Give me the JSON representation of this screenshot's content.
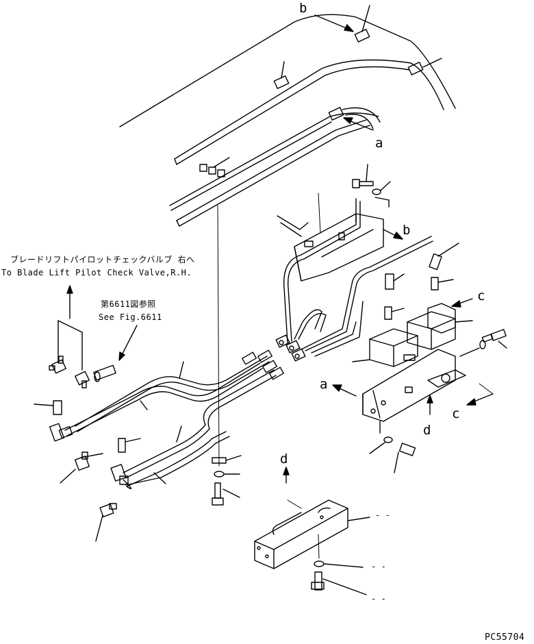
{
  "notes": {
    "blade_jp": "ブレードリフトパイロットチェックバルブ 右へ",
    "blade_en": "To Blade Lift Pilot Check Valve,R.H.",
    "fig_jp": "第6611図参照",
    "fig_en": "See Fig.6611"
  },
  "reference_letters": {
    "b_top": "b",
    "a_top": "a",
    "b_mid": "b",
    "c_right": "c",
    "a_lower": "a",
    "c_lower": "c",
    "d_right": "d",
    "d_bottom": "d"
  },
  "dash_labels": [
    "- -",
    "- -",
    "- -",
    "- -"
  ],
  "drawing_code": "PC55704"
}
